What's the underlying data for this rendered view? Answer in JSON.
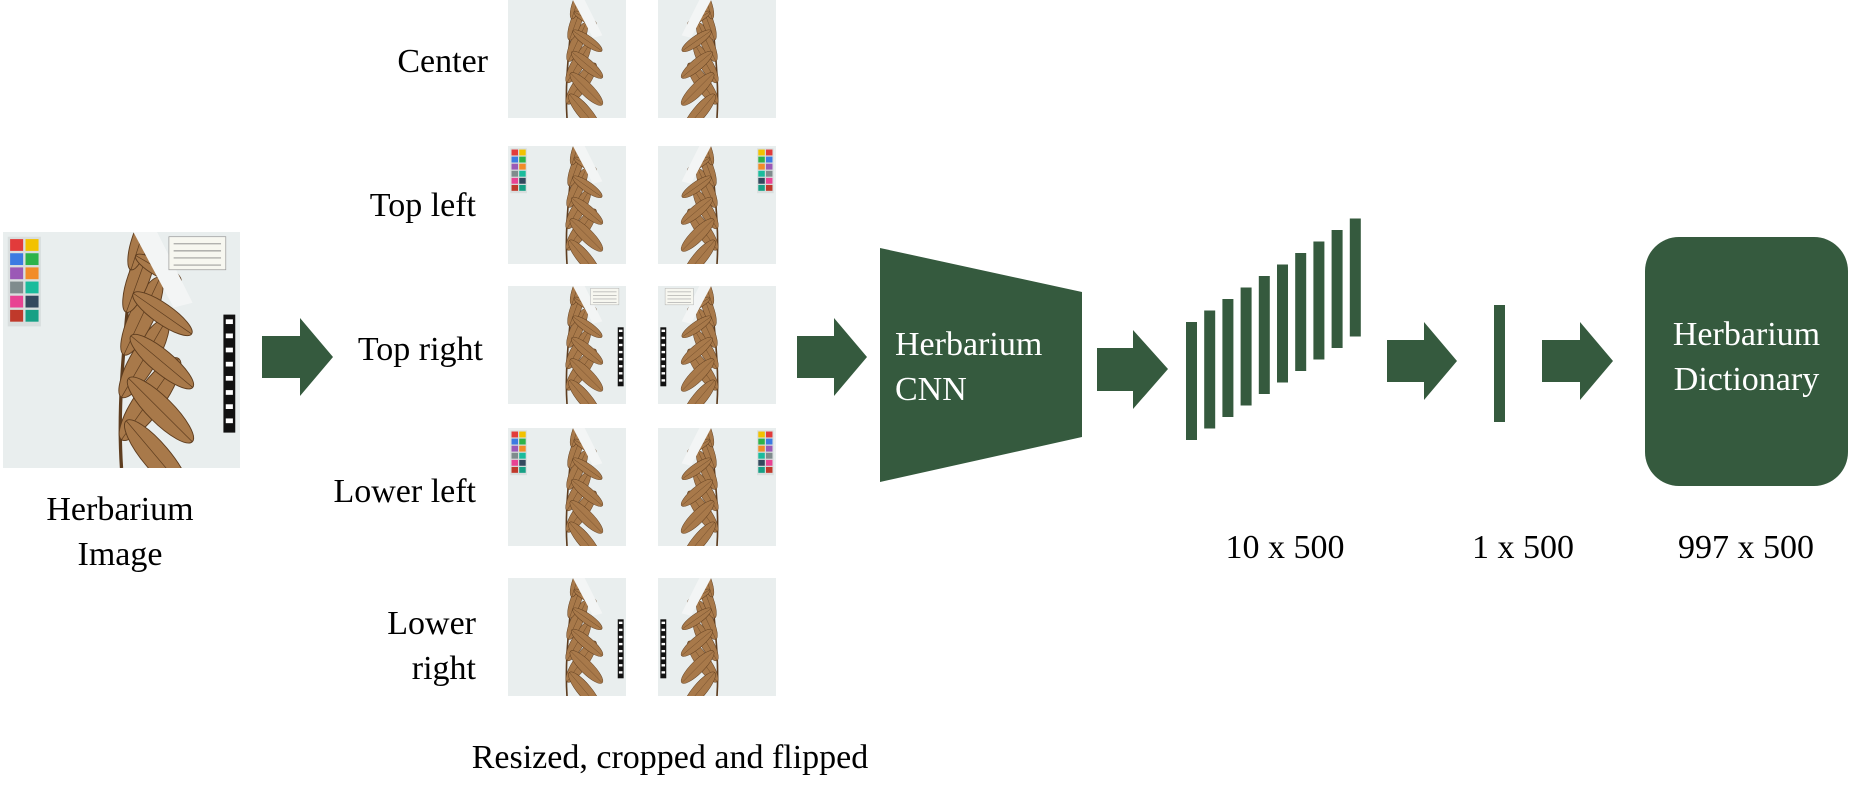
{
  "colors": {
    "accent": "#355a3e",
    "leaf": "#a8794a",
    "leaf_dark": "#5e3d1f",
    "paper": "#e9eeee"
  },
  "input": {
    "label_line1": "Herbarium",
    "label_line2": "Image"
  },
  "crops": {
    "labels": [
      "Center",
      "Top left",
      "Top right",
      "Lower left"
    ],
    "lower_right_line1": "Lower",
    "lower_right_line2": "right",
    "caption": "Resized, cropped and flipped"
  },
  "cnn": {
    "line1": "Herbarium",
    "line2": "CNN"
  },
  "features": {
    "stack_dims": "10 x 500",
    "pooled_dims": "1 x 500"
  },
  "dictionary": {
    "line1": "Herbarium",
    "line2": "Dictionary",
    "dims": "997 x 500"
  }
}
